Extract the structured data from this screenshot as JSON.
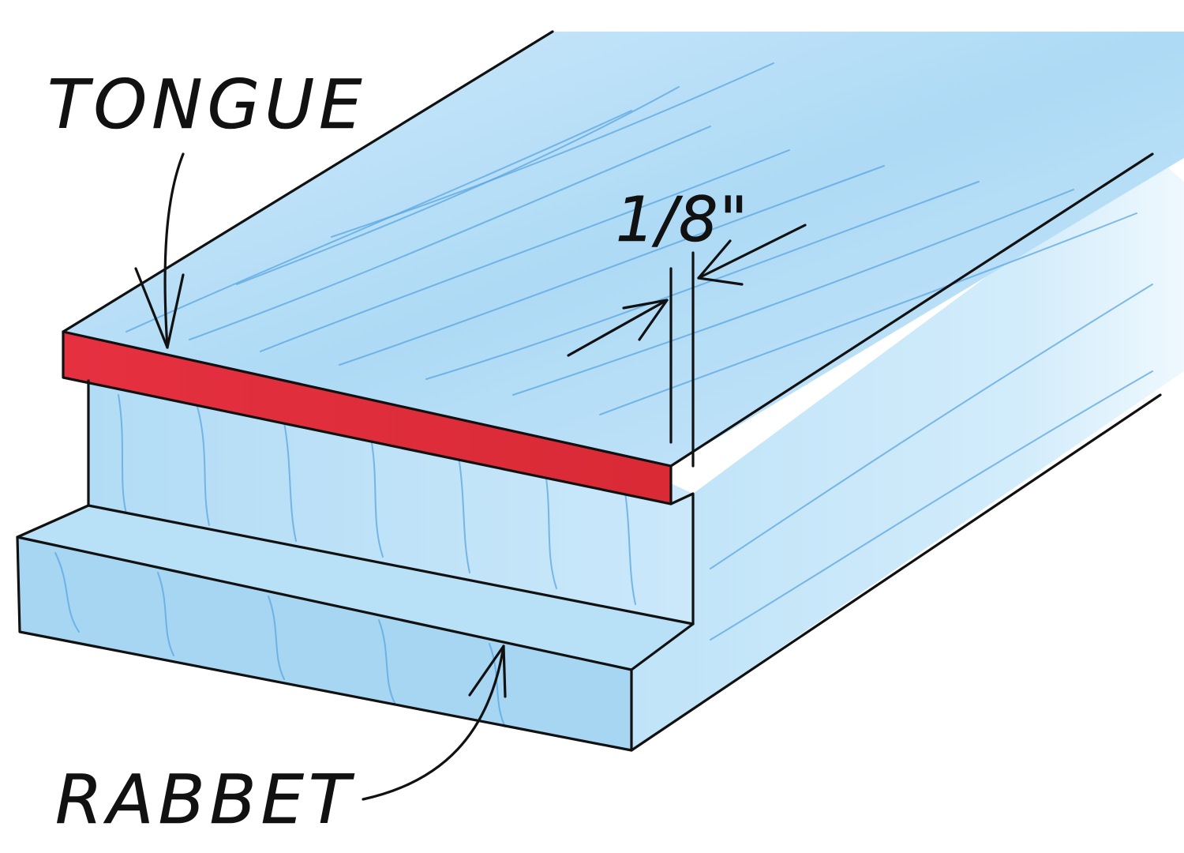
{
  "labels": {
    "tongue": "TONGUE",
    "rabbet": "RABBET",
    "dimension": "1/8\""
  },
  "colors": {
    "wood_light": "#d6eefb",
    "wood_mid": "#a9d8f3",
    "wood_grain": "#5aa6e0",
    "tongue_edge": "#e2323f",
    "ink": "#111111"
  }
}
